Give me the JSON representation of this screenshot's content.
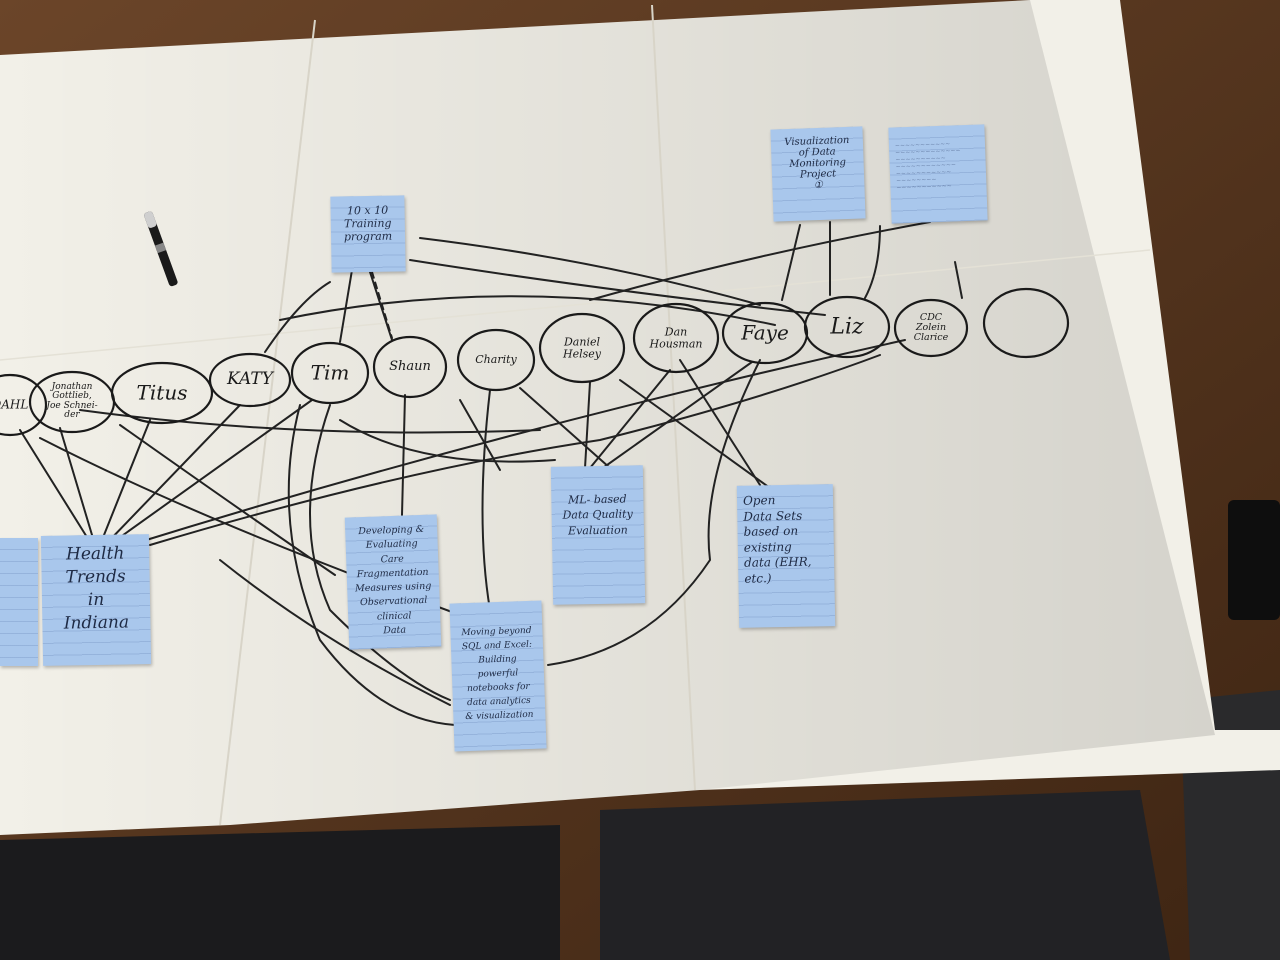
{
  "people": [
    {
      "id": "dahl",
      "label": "DAHL"
    },
    {
      "id": "jonathan",
      "label": "Jonathan\nGottlieb,\nJoe Schnei-\nder"
    },
    {
      "id": "titus",
      "label": "Titus"
    },
    {
      "id": "katy",
      "label": "KATY"
    },
    {
      "id": "tim",
      "label": "Tim"
    },
    {
      "id": "shaun",
      "label": "Shaun"
    },
    {
      "id": "charity",
      "label": "Charity"
    },
    {
      "id": "daniel",
      "label": "Daniel\nHelsey"
    },
    {
      "id": "dan",
      "label": "Dan\nHousman"
    },
    {
      "id": "faye",
      "label": "Faye"
    },
    {
      "id": "liz",
      "label": "Liz"
    },
    {
      "id": "cdc",
      "label": "CDC\nZolein\nClarice"
    },
    {
      "id": "blank",
      "label": ""
    }
  ],
  "notes": [
    {
      "id": "training",
      "text": "10 x 10\nTraining\nprogram"
    },
    {
      "id": "visualization",
      "text": "Visualization\nof Data\nMonitoring\nProject\n①"
    },
    {
      "id": "health",
      "text": "Health\nTrends\nin\nIndiana"
    },
    {
      "id": "care",
      "text": "Developing &\nEvaluating\nCare Fragmentation\nMeasures using\nObservational clinical\nData"
    },
    {
      "id": "ml",
      "text": "ML- based\nData Quality\nEvaluation"
    },
    {
      "id": "sql",
      "text": "Moving beyond\nSQL and Excel:\nBuilding powerful\nnotebooks for\ndata analytics\n& visualization"
    },
    {
      "id": "opendata",
      "text": "Open\nData Sets\nbased on\nexisting\ndata (EHR,\netc.)"
    }
  ],
  "colors": {
    "paper": "#f2f0e8",
    "note": "#a9c7ec",
    "ink": "#1a1a1a",
    "table": "#5a3b22"
  }
}
